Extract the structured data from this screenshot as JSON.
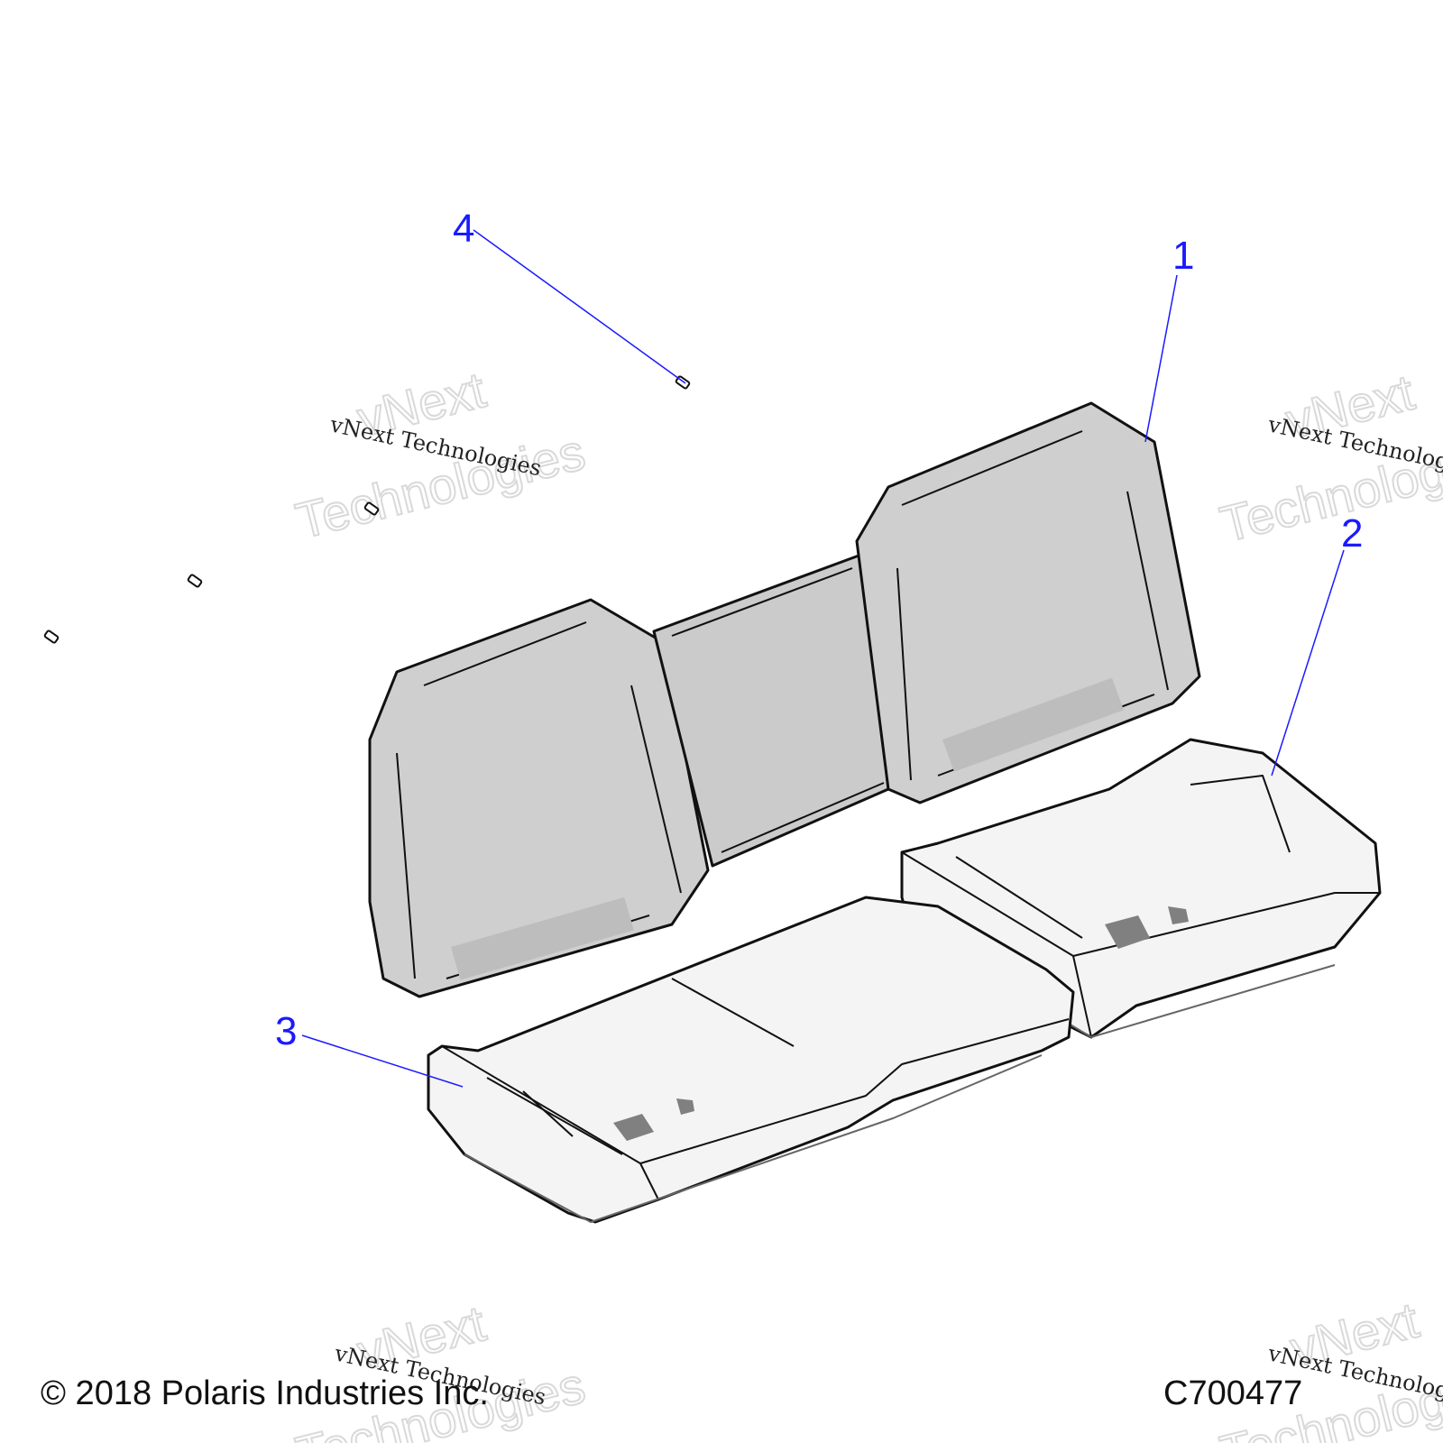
{
  "diagram": {
    "callouts": [
      "1",
      "2",
      "3",
      "4"
    ],
    "copyright": "© 2018 Polaris Industries Inc.",
    "figure_id": "C700477",
    "watermark_line1": "vNext",
    "watermark_line2": "Technologies",
    "watermark_small": "vNext Technologies",
    "callout_color": "#1a1aff",
    "part_fill": "#cfcfcf",
    "cushion_fill": "#f4f4f4"
  }
}
